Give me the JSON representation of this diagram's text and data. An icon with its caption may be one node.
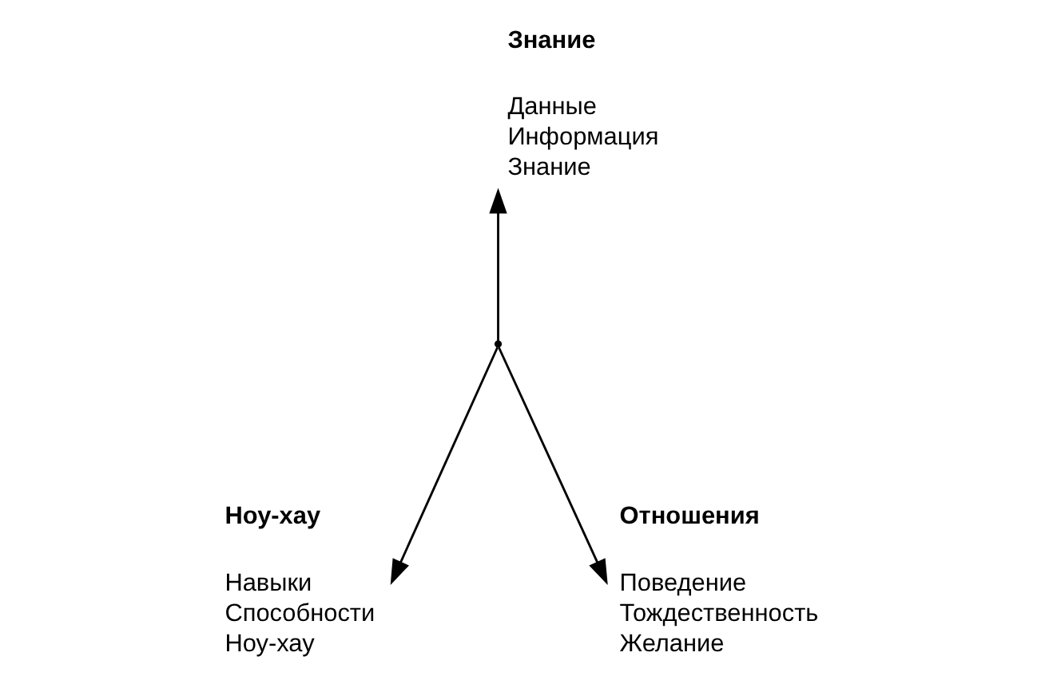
{
  "diagram": {
    "nodes": [
      {
        "text": [
          "Знание",
          "Данные",
          "Информация",
          "Знание"
        ]
      },
      {
        "text": [],
        "shape": "point"
      },
      {
        "text": [
          "Ноу-хау",
          "Навыки",
          "Способности",
          "Ноу-хау"
        ]
      },
      {
        "text": [
          "Отношения",
          "Поведение",
          "Тождественность",
          "Желание"
        ]
      }
    ],
    "edges": [
      {
        "from": 1,
        "to": 0,
        "arrow": "to"
      },
      {
        "from": 1,
        "to": 2,
        "arrow": "to"
      },
      {
        "from": 1,
        "to": 3,
        "arrow": "to"
      }
    ]
  }
}
